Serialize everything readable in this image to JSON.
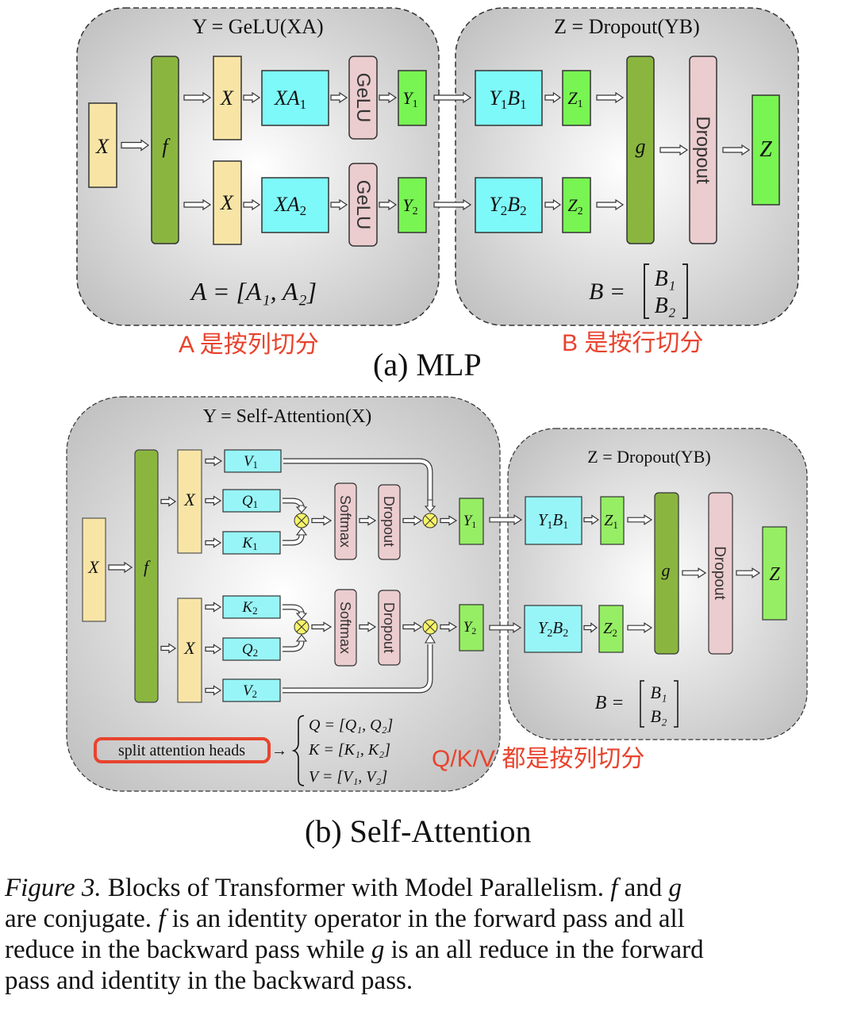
{
  "figure": {
    "mlp": {
      "left_block_title": "Y = GeLU(XA)",
      "right_block_title": "Z = Dropout(YB)",
      "input_label": "X",
      "f_label": "f",
      "g_label": "g",
      "rows": [
        {
          "x_label": "X",
          "matmul_label": "XA",
          "matmul_sub": "1",
          "act_label": "GeLU",
          "y_label": "Y",
          "y_sub": "1",
          "yb_label": "Y",
          "yb_sub1": "1",
          "yb_b": "B",
          "yb_sub2": "1",
          "z_label": "Z",
          "z_sub": "1"
        },
        {
          "x_label": "X",
          "matmul_label": "XA",
          "matmul_sub": "2",
          "act_label": "GeLU",
          "y_label": "Y",
          "y_sub": "2",
          "yb_label": "Y",
          "yb_sub1": "2",
          "yb_b": "B",
          "yb_sub2": "2",
          "z_label": "Z",
          "z_sub": "2"
        }
      ],
      "dropout_label": "Dropout",
      "output_label": "Z",
      "a_split_eq": "A = [A₁, A₂]",
      "b_split_lhs": "B =",
      "b_split_rows": [
        "B₁",
        "B₂"
      ],
      "annotation_a": "A 是按列切分",
      "annotation_b": "B 是按行切分",
      "subcaption": "(a) MLP"
    },
    "attention": {
      "left_block_title": "Y = Self-Attention(X)",
      "right_block_title": "Z = Dropout(YB)",
      "input_label": "X",
      "f_label": "f",
      "g_label": "g",
      "heads": [
        {
          "x_label": "X",
          "proj": [
            {
              "n": "V",
              "s": "1"
            },
            {
              "n": "Q",
              "s": "1"
            },
            {
              "n": "K",
              "s": "1"
            }
          ],
          "softmax": "Softmax",
          "dropout": "Dropout",
          "y_label": "Y",
          "y_sub": "1",
          "yb_sub": "1",
          "z_sub": "1"
        },
        {
          "x_label": "X",
          "proj": [
            {
              "n": "K",
              "s": "2"
            },
            {
              "n": "Q",
              "s": "2"
            },
            {
              "n": "V",
              "s": "2"
            }
          ],
          "softmax": "Softmax",
          "dropout": "Dropout",
          "y_label": "Y",
          "y_sub": "2",
          "yb_sub": "2",
          "z_sub": "2"
        }
      ],
      "dropout_label": "Dropout",
      "output_label": "Z",
      "split_heads_label": "split attention heads",
      "split_eqs": [
        "Q = [Q₁, Q₂]",
        "K = [K₁, K₂]",
        "V = [V₁, V₂]"
      ],
      "b_split_lhs": "B =",
      "b_split_rows": [
        "B₁",
        "B₂"
      ],
      "annotation_qkv": "Q/K/V 都是按列切分",
      "subcaption": "(b) Self-Attention"
    },
    "colors": {
      "input_yellow": "#f8e5a6",
      "f_green": "#8ab640",
      "matmul_cyan": "#7ef9f9",
      "act_pink": "#ebcccf",
      "y_green": "#78f552",
      "attn_cyan": "#98f5f7",
      "attn_y_green": "#96ee64",
      "mult_yellow": "#f7f368",
      "annotation_red": "#e8432d"
    },
    "caption": {
      "label": "Figure 3.",
      "lines": [
        "Blocks of Transformer with Model Parallelism.",
        "and",
        "are conjugate.",
        "is an identity operator in the forward pass and all",
        "reduce in the backward pass while",
        "is an all reduce in the forward",
        "pass and identity in the backward pass."
      ],
      "f_symbol": "f",
      "g_symbol": "g"
    }
  }
}
